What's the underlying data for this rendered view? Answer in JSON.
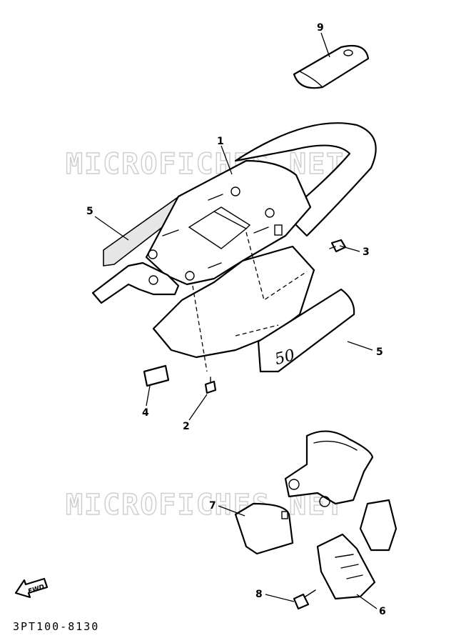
{
  "watermarks": [
    "MICROFICHES.NET",
    "MICROFICHES.NET"
  ],
  "callouts": [
    "1",
    "2",
    "3",
    "4",
    "5",
    "5",
    "6",
    "7",
    "8",
    "9"
  ],
  "decal_text": "50",
  "fwd_label": "FWD",
  "diagram_code": "3PT100-8130"
}
